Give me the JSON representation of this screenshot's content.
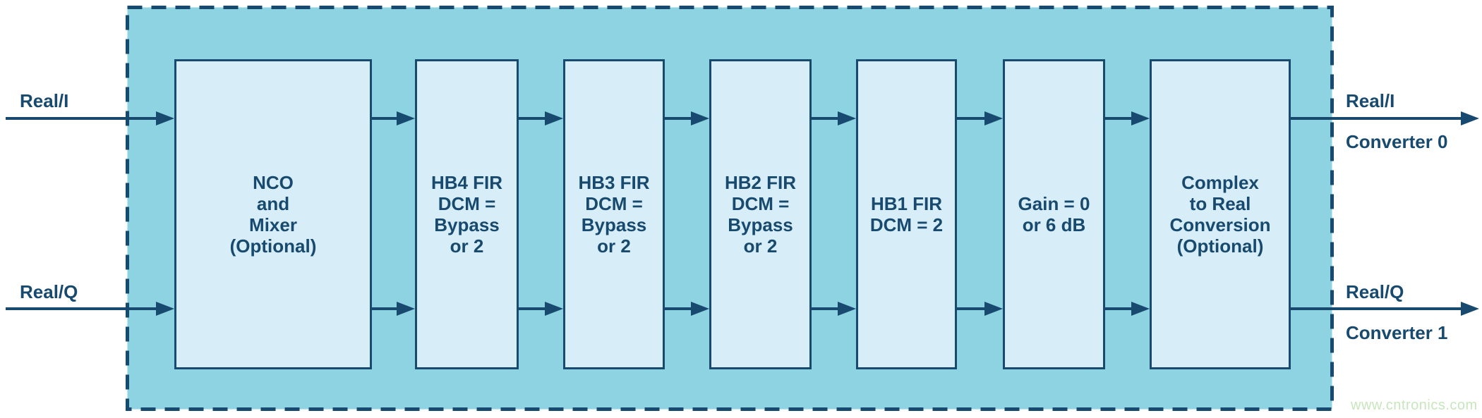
{
  "colors": {
    "page_bg": "#FFFFFF",
    "frame_fill": "#8DD3E2",
    "frame_border": "#174A6E",
    "block_fill": "#D7EDF7",
    "block_border": "#174A6E",
    "text": "#174A6E",
    "arrow": "#174A6E",
    "watermark_text": "#C8E6BD"
  },
  "diagram": {
    "inputs": [
      {
        "label": "Real/I"
      },
      {
        "label": "Real/Q"
      }
    ],
    "blocks": [
      {
        "lines": [
          "NCO",
          "and",
          "Mixer",
          "(Optional)"
        ]
      },
      {
        "lines": [
          "HB4 FIR",
          "DCM =",
          "Bypass",
          "or 2"
        ]
      },
      {
        "lines": [
          "HB3 FIR",
          "DCM =",
          "Bypass",
          "or 2"
        ]
      },
      {
        "lines": [
          "HB2 FIR",
          "DCM =",
          "Bypass",
          "or 2"
        ]
      },
      {
        "lines": [
          "HB1 FIR",
          "DCM = 2"
        ]
      },
      {
        "lines": [
          "Gain = 0",
          "or 6 dB"
        ]
      },
      {
        "lines": [
          "Complex",
          "to Real",
          "Conversion",
          "(Optional)"
        ]
      }
    ],
    "outputs": [
      {
        "label": "Real/I",
        "sublabel": "Converter 0"
      },
      {
        "label": "Real/Q",
        "sublabel": "Converter 1"
      }
    ],
    "watermark": "www.cntronics.com"
  }
}
